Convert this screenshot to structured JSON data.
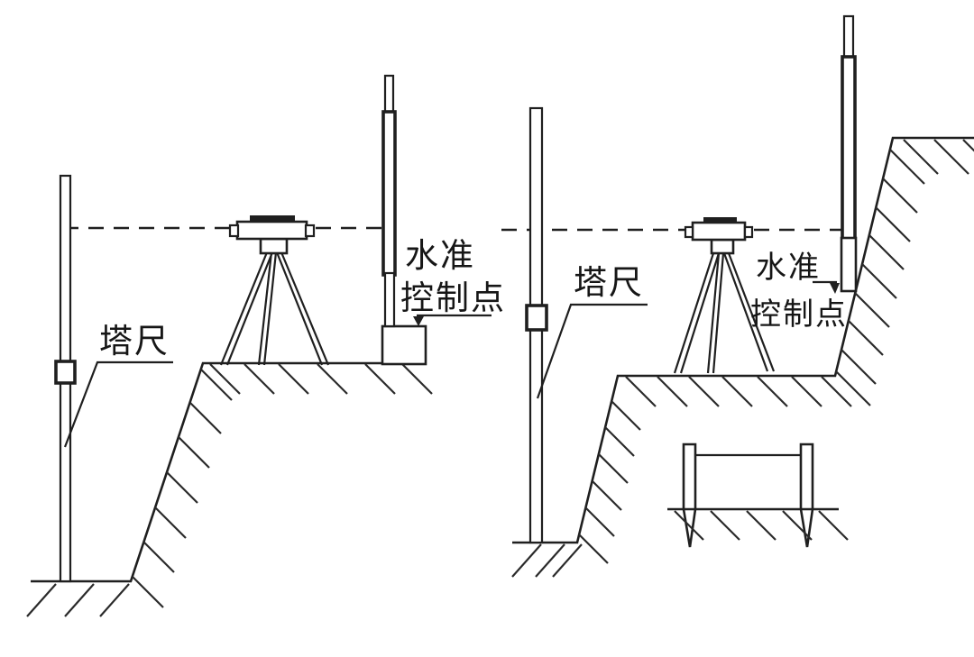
{
  "diagram": {
    "background": "#ffffff",
    "ink_color": "#1f1f1f",
    "scenes": [
      {
        "name": "left-excavation-leveling",
        "staff_label": "塔尺",
        "benchmark_label_line1": "水准",
        "benchmark_label_line2": "控制点"
      },
      {
        "name": "right-excavation-leveling",
        "staff_label": "塔尺",
        "benchmark_label_line1": "水准",
        "benchmark_label_line2": "控制点"
      }
    ]
  }
}
